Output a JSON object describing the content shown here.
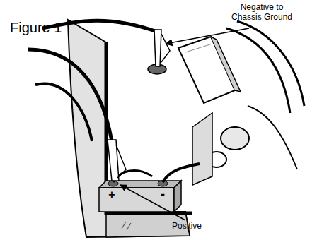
{
  "diagram": {
    "labels": [
      "Figure 1",
      "Negative to Chassis Ground",
      "Positive",
      "+",
      "-"
    ]
  }
}
